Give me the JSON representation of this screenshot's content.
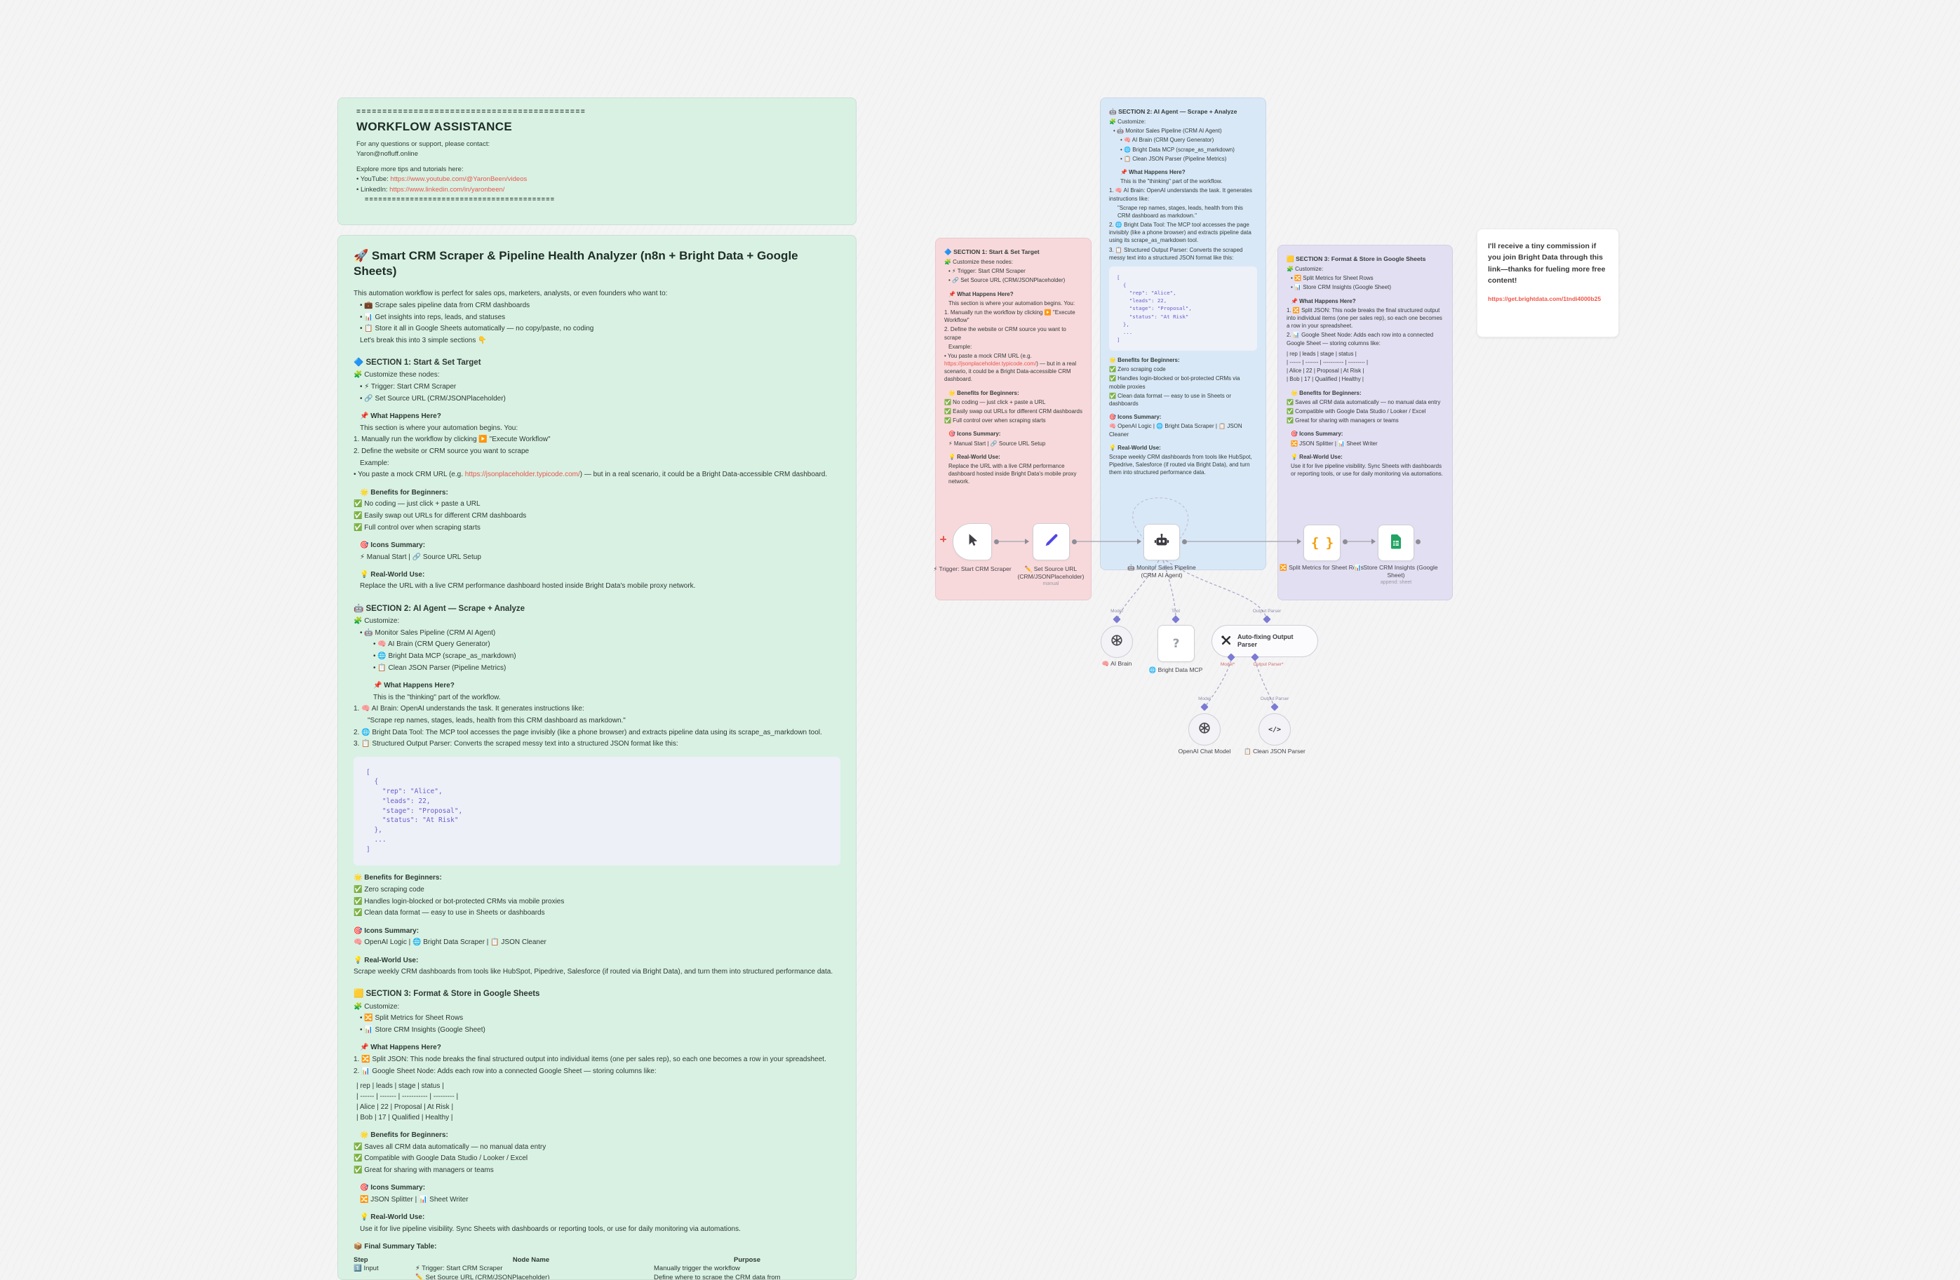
{
  "assistance_note": {
    "divider_top": "============================================",
    "title": "WORKFLOW ASSISTANCE",
    "contact_intro": "For any questions or support, please contact:",
    "contact_email": "Yaron@nofluff.online",
    "explore": "Explore more tips and tutorials here:",
    "youtube_label": "• YouTube:",
    "youtube_url": "https://www.youtube.com/@YaronBeen/videos",
    "linkedin_label": "• LinkedIn:",
    "linkedin_url": "https://www.linkedin.com/in/yaronbeen/",
    "divider_bottom": "=========================================="
  },
  "main_note": {
    "blocks": [
      {
        "s": "h2",
        "t": "🚀 Smart CRM Scraper & Pipeline Health Analyzer (n8n + Bright Data + Google Sheets)"
      },
      {
        "s": "p",
        "t": "This automation workflow is perfect for sales ops, marketers, analysts, or even founders who want to:"
      },
      {
        "s": "ul",
        "t": "• 💼 Scrape sales pipeline data from CRM dashboards"
      },
      {
        "s": "ul",
        "t": "• 📊 Get insights into reps, leads, and statuses"
      },
      {
        "s": "ul",
        "t": "• 📋 Store it all in Google Sheets automatically — no copy/paste, no coding"
      },
      {
        "s": "pi",
        "t": "Let's break this into 3 simple sections 👇"
      },
      {
        "s": "h3",
        "t": "🔷 SECTION 1: Start & Set Target"
      },
      {
        "s": "p",
        "t": "🧩 Customize these nodes:"
      },
      {
        "s": "ul",
        "t": "• ⚡ Trigger: Start CRM Scraper"
      },
      {
        "s": "ul",
        "t": "• 🔗 Set Source URL (CRM/JSONPlaceholder)"
      },
      {
        "s": "h4i",
        "t": "📌 What Happens Here?"
      },
      {
        "s": "pi",
        "t": "This section is where your automation begins. You:"
      },
      {
        "s": "p",
        "t": "1. Manually run the workflow by clicking ▶️ \"Execute Workflow\""
      },
      {
        "s": "p",
        "t": "2. Define the website or CRM source you want to scrape"
      },
      {
        "s": "pi",
        "t": "Example:"
      },
      {
        "s": "p",
        "parts": [
          {
            "t": "• You paste a mock CRM URL (e.g. "
          },
          {
            "t": "https://jsonplaceholder.typicode.com/",
            "link": true
          },
          {
            "t": ") — but in a real scenario, it could be a Bright Data-accessible CRM dashboard."
          }
        ]
      },
      {
        "s": "h4i",
        "t": "🌟 Benefits for Beginners:"
      },
      {
        "s": "chk",
        "t": "✅ No coding — just click + paste a URL"
      },
      {
        "s": "chk",
        "t": "✅ Easily swap out URLs for different CRM dashboards"
      },
      {
        "s": "chk",
        "t": "✅ Full control over when scraping starts"
      },
      {
        "s": "h4i",
        "t": "🎯 Icons Summary:"
      },
      {
        "s": "pi",
        "t": "⚡ Manual Start | 🔗 Source URL Setup"
      },
      {
        "s": "h4i",
        "t": "💡 Real-World Use:"
      },
      {
        "s": "pi",
        "t": "Replace the URL with a live CRM performance dashboard hosted inside Bright Data's mobile proxy network."
      },
      {
        "s": "h3",
        "t": "🤖 SECTION 2: AI Agent — Scrape + Analyze"
      },
      {
        "s": "p",
        "t": "🧩 Customize:"
      },
      {
        "s": "ul",
        "t": "• 🤖 Monitor Sales Pipeline (CRM AI Agent)"
      },
      {
        "s": "ul2",
        "t": "• 🧠 AI Brain (CRM Query Generator)"
      },
      {
        "s": "ul2",
        "t": "• 🌐 Bright Data MCP (scrape_as_markdown)"
      },
      {
        "s": "ul2",
        "t": "• 📋 Clean JSON Parser (Pipeline Metrics)"
      },
      {
        "s": "h4i2",
        "t": "📌 What Happens Here?"
      },
      {
        "s": "pi2",
        "t": "This is the \"thinking\" part of the workflow."
      },
      {
        "s": "p",
        "t": "1. 🧠 AI Brain: OpenAI understands the task. It generates instructions like:"
      },
      {
        "s": "q",
        "t": "\"Scrape rep names, stages, leads, health from this CRM dashboard as markdown.\""
      },
      {
        "s": "p",
        "t": "2. 🌐 Bright Data Tool: The MCP tool accesses the page invisibly (like a phone browser) and extracts pipeline data using its scrape_as_markdown tool."
      },
      {
        "s": "p",
        "t": "3. 📋 Structured Output Parser: Converts the scraped messy text into a structured JSON format like this:"
      },
      {
        "s": "code",
        "t": "[\n  {\n    \"rep\": \"Alice\",\n    \"leads\": 22,\n    \"stage\": \"Proposal\",\n    \"status\": \"At Risk\"\n  },\n  ...\n]"
      },
      {
        "s": "h4",
        "t": "🌟 Benefits for Beginners:"
      },
      {
        "s": "chk",
        "t": "✅ Zero scraping code"
      },
      {
        "s": "chk",
        "t": "✅ Handles login-blocked or bot-protected CRMs via mobile proxies"
      },
      {
        "s": "chk",
        "t": "✅ Clean data format — easy to use in Sheets or dashboards"
      },
      {
        "s": "h4",
        "t": "🎯 Icons Summary:"
      },
      {
        "s": "p",
        "t": "🧠 OpenAI Logic | 🌐 Bright Data Scraper | 📋 JSON Cleaner"
      },
      {
        "s": "h4",
        "t": "💡 Real-World Use:"
      },
      {
        "s": "p",
        "t": "Scrape weekly CRM dashboards from tools like HubSpot, Pipedrive, Salesforce (if routed via Bright Data), and turn them into structured performance data."
      },
      {
        "s": "h3",
        "t": "🟨 SECTION 3: Format & Store in Google Sheets"
      },
      {
        "s": "p",
        "t": "🧩 Customize:"
      },
      {
        "s": "ul",
        "t": "• 🔀 Split Metrics for Sheet Rows"
      },
      {
        "s": "ul",
        "t": "• 📊 Store CRM Insights (Google Sheet)"
      },
      {
        "s": "h4i",
        "t": "📌 What Happens Here?"
      },
      {
        "s": "p",
        "t": "1. 🔀 Split JSON: This node breaks the final structured output into individual items (one per sales rep), so each one becomes a row in your spreadsheet."
      },
      {
        "s": "p",
        "t": "2. 📊 Google Sheet Node: Adds each row into a connected Google Sheet — storing columns like:"
      },
      {
        "s": "tbl",
        "t": "| rep | leads | stage | status |\n| ------ | ------- | ----------- | --------- |\n| Alice | 22 | Proposal | At Risk |\n| Bob | 17 | Qualified | Healthy |"
      },
      {
        "s": "h4i",
        "t": "🌟 Benefits for Beginners:"
      },
      {
        "s": "chk",
        "t": "✅ Saves all CRM data automatically — no manual data entry"
      },
      {
        "s": "chk",
        "t": "✅ Compatible with Google Data Studio / Looker / Excel"
      },
      {
        "s": "chk",
        "t": "✅ Great for sharing with managers or teams"
      },
      {
        "s": "h4i",
        "t": "🎯 Icons Summary:"
      },
      {
        "s": "pi",
        "t": "🔀 JSON Splitter | 📊 Sheet Writer"
      },
      {
        "s": "h4i",
        "t": "💡 Real-World Use:"
      },
      {
        "s": "pi",
        "t": "Use it for live pipeline visibility. Sync Sheets with dashboards or reporting tools, or use for daily monitoring via automations."
      },
      {
        "s": "h4",
        "t": "📦 Final Summary Table:"
      }
    ],
    "summary": {
      "headers": [
        "Step",
        "Node Name",
        "Purpose"
      ],
      "rows": [
        [
          "1️⃣ Input",
          "⚡ Trigger: Start CRM Scraper",
          "Manually trigger the workflow"
        ],
        [
          "",
          "✏️ Set Source URL (CRM/JSONPlaceholder)",
          "Define where to scrape the CRM data from"
        ]
      ]
    }
  },
  "pink_note": {
    "blocks": [
      {
        "s": "h3",
        "t": "🔷 SECTION 1: Start & Set Target"
      },
      {
        "s": "p",
        "t": "🧩 Customize these nodes:"
      },
      {
        "s": "ul",
        "t": "• ⚡ Trigger: Start CRM Scraper"
      },
      {
        "s": "ul",
        "t": "• 🔗 Set Source URL (CRM/JSONPlaceholder)"
      },
      {
        "s": "h4i",
        "t": "📌 What Happens Here?"
      },
      {
        "s": "pi",
        "t": "This section is where your automation begins. You:"
      },
      {
        "s": "p",
        "t": "1. Manually run the workflow by clicking ▶️ \"Execute Workflow\""
      },
      {
        "s": "p",
        "t": "2. Define the website or CRM source you want to scrape"
      },
      {
        "s": "pi",
        "t": "Example:"
      },
      {
        "s": "p",
        "parts": [
          {
            "t": "• You paste a mock CRM URL (e.g. "
          },
          {
            "t": "https://jsonplaceholder.typicode.com/",
            "link": true
          },
          {
            "t": ") — but in a real scenario, it could be a Bright Data-accessible CRM dashboard."
          }
        ]
      },
      {
        "s": "h4i",
        "t": "🌟 Benefits for Beginners:"
      },
      {
        "s": "chk",
        "t": "✅ No coding — just click + paste a URL"
      },
      {
        "s": "chk",
        "t": "✅ Easily swap out URLs for different CRM dashboards"
      },
      {
        "s": "chk",
        "t": "✅ Full control over when scraping starts"
      },
      {
        "s": "h4i",
        "t": "🎯 Icons Summary:"
      },
      {
        "s": "pi",
        "t": "⚡ Manual Start | 🔗 Source URL Setup"
      },
      {
        "s": "h4i",
        "t": "💡 Real-World Use:"
      },
      {
        "s": "pi",
        "t": "Replace the URL with a live CRM performance dashboard hosted inside Bright Data's mobile proxy network."
      }
    ]
  },
  "blue_note": {
    "blocks": [
      {
        "s": "h3",
        "t": "🤖 SECTION 2: AI Agent — Scrape + Analyze"
      },
      {
        "s": "p",
        "t": "🧩 Customize:"
      },
      {
        "s": "ul",
        "t": "• 🤖 Monitor Sales Pipeline (CRM AI Agent)"
      },
      {
        "s": "ul2",
        "t": "• 🧠 AI Brain (CRM Query Generator)"
      },
      {
        "s": "ul2",
        "t": "• 🌐 Bright Data MCP (scrape_as_markdown)"
      },
      {
        "s": "ul2",
        "t": "• 📋 Clean JSON Parser (Pipeline Metrics)"
      },
      {
        "s": "h4i2",
        "t": "📌 What Happens Here?"
      },
      {
        "s": "pi2",
        "t": "This is the \"thinking\" part of the workflow."
      },
      {
        "s": "p",
        "t": "1. 🧠 AI Brain: OpenAI understands the task. It generates instructions like:"
      },
      {
        "s": "q",
        "t": "\"Scrape rep names, stages, leads, health from this CRM dashboard as markdown.\""
      },
      {
        "s": "p",
        "t": "2. 🌐 Bright Data Tool: The MCP tool accesses the page invisibly (like a phone browser) and extracts pipeline data using its scrape_as_markdown tool."
      },
      {
        "s": "p",
        "t": "3. 📋 Structured Output Parser: Converts the scraped messy text into a structured JSON format like this:"
      },
      {
        "s": "code",
        "t": "[\n  {\n    \"rep\": \"Alice\",\n    \"leads\": 22,\n    \"stage\": \"Proposal\",\n    \"status\": \"At Risk\"\n  },\n  ...\n]"
      },
      {
        "s": "h4",
        "t": "🌟 Benefits for Beginners:"
      },
      {
        "s": "chk",
        "t": "✅ Zero scraping code"
      },
      {
        "s": "chk",
        "t": "✅ Handles login-blocked or bot-protected CRMs via mobile proxies"
      },
      {
        "s": "chk",
        "t": "✅ Clean data format — easy to use in Sheets or dashboards"
      },
      {
        "s": "h4",
        "t": "🎯 Icons Summary:"
      },
      {
        "s": "p",
        "t": "🧠 OpenAI Logic | 🌐 Bright Data Scraper | 📋 JSON Cleaner"
      },
      {
        "s": "h4",
        "t": "💡 Real-World Use:"
      },
      {
        "s": "p",
        "t": "Scrape weekly CRM dashboards from tools like HubSpot, Pipedrive, Salesforce (if routed via Bright Data), and turn them into structured performance data."
      }
    ]
  },
  "purple_note": {
    "blocks": [
      {
        "s": "h3",
        "t": "🟨 SECTION 3: Format & Store in Google Sheets"
      },
      {
        "s": "p",
        "t": "🧩 Customize:"
      },
      {
        "s": "ul",
        "t": "• 🔀 Split Metrics for Sheet Rows"
      },
      {
        "s": "ul",
        "t": "• 📊 Store CRM Insights (Google Sheet)"
      },
      {
        "s": "h4i",
        "t": "📌 What Happens Here?"
      },
      {
        "s": "p",
        "t": "1. 🔀 Split JSON: This node breaks the final structured output into individual items (one per sales rep), so each one becomes a row in your spreadsheet."
      },
      {
        "s": "p",
        "t": "2. 📊 Google Sheet Node: Adds each row into a connected Google Sheet — storing columns like:"
      },
      {
        "s": "tbl",
        "t": "| rep | leads | stage | status |\n| ------ | ------- | ----------- | --------- |\n| Alice | 22 | Proposal | At Risk |\n| Bob | 17 | Qualified | Healthy |"
      },
      {
        "s": "h4i",
        "t": "🌟 Benefits for Beginners:"
      },
      {
        "s": "chk",
        "t": "✅ Saves all CRM data automatically — no manual data entry"
      },
      {
        "s": "chk",
        "t": "✅ Compatible with Google Data Studio / Looker / Excel"
      },
      {
        "s": "chk",
        "t": "✅ Great for sharing with managers or teams"
      },
      {
        "s": "h4i",
        "t": "🎯 Icons Summary:"
      },
      {
        "s": "pi",
        "t": "🔀 JSON Splitter | 📊 Sheet Writer"
      },
      {
        "s": "h4i",
        "t": "💡 Real-World Use:"
      },
      {
        "s": "pi",
        "t": "Use it for live pipeline visibility. Sync Sheets with dashboards or reporting tools, or use for daily monitoring via automations."
      }
    ]
  },
  "white_note": {
    "text": "I'll receive a tiny commission if you join Bright Data through this link—thanks for fueling more free content!",
    "url": "https://get.brightdata.com/1tndi4000b25"
  },
  "workflow": {
    "nodes": {
      "trigger": {
        "label": "⚡ Trigger: Start CRM Scraper"
      },
      "set": {
        "label": "✏️ Set Source URL (CRM/JSONPlaceholder)",
        "subtitle": "manual"
      },
      "agent": {
        "label": "🤖 Monitor Sales Pipeline (CRM AI Agent)"
      },
      "split": {
        "label": "🔀 Split Metrics for Sheet Rows"
      },
      "sheets": {
        "label": "📊 Store CRM Insights (Google Sheet)",
        "subtitle": "append: sheet"
      },
      "ai_brain": {
        "label": "🧠 AI Brain"
      },
      "mcp": {
        "label": "🌐 Bright Data MCP"
      },
      "autofix": {
        "label": "Auto-fixing Output Parser"
      },
      "chat_model": {
        "label": "OpenAI Chat Model"
      },
      "json_parser": {
        "label": "📋 Clean JSON Parser"
      }
    },
    "port_labels": {
      "model": "Model",
      "tool": "Tool",
      "output_parser": "Output Parser",
      "model_required": "Model*",
      "output_parser_required": "Output Parser*"
    }
  },
  "colors": {
    "note_green": "#d9f1e3",
    "note_pink": "#f8d9db",
    "note_blue": "#d9e8f7",
    "note_purple": "#e2dff2",
    "link_red": "#e4574d",
    "code_purple": "#6a5cd0"
  }
}
